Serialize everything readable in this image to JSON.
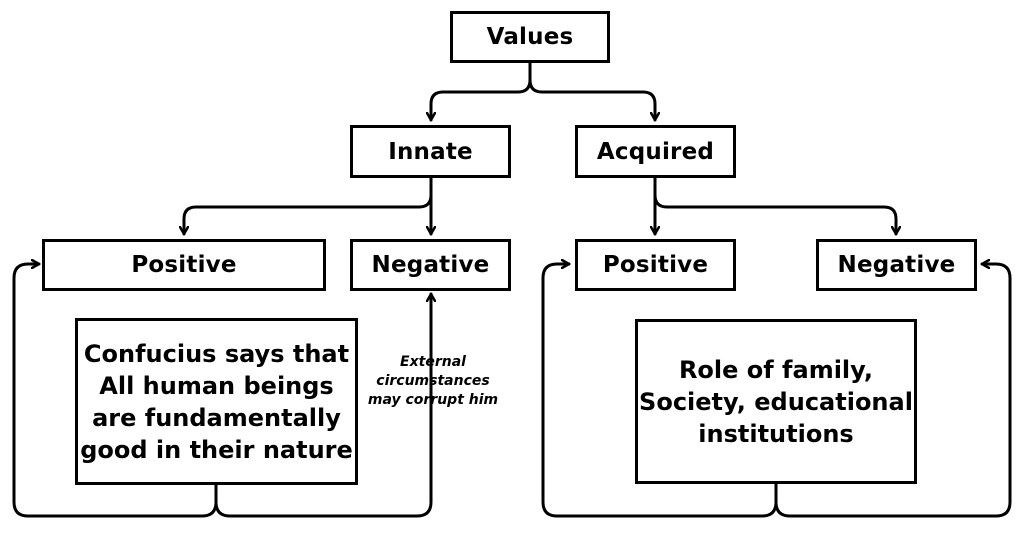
{
  "nodes": {
    "values": "Values",
    "innate": "Innate",
    "acquired": "Acquired",
    "innate_positive": "Positive",
    "innate_negative": "Negative",
    "acquired_positive": "Positive",
    "acquired_negative": "Negative"
  },
  "notes": {
    "confucius": [
      "Confucius says that",
      "All human beings",
      "are fundamentally",
      "good in their nature"
    ],
    "external": [
      "External",
      "circumstances",
      "may corrupt him"
    ],
    "role": [
      "Role of family,",
      "Society, educational",
      "institutions"
    ]
  },
  "colors": {
    "line": "#000000",
    "box_fill": "#ffffff",
    "text": "#000000"
  }
}
